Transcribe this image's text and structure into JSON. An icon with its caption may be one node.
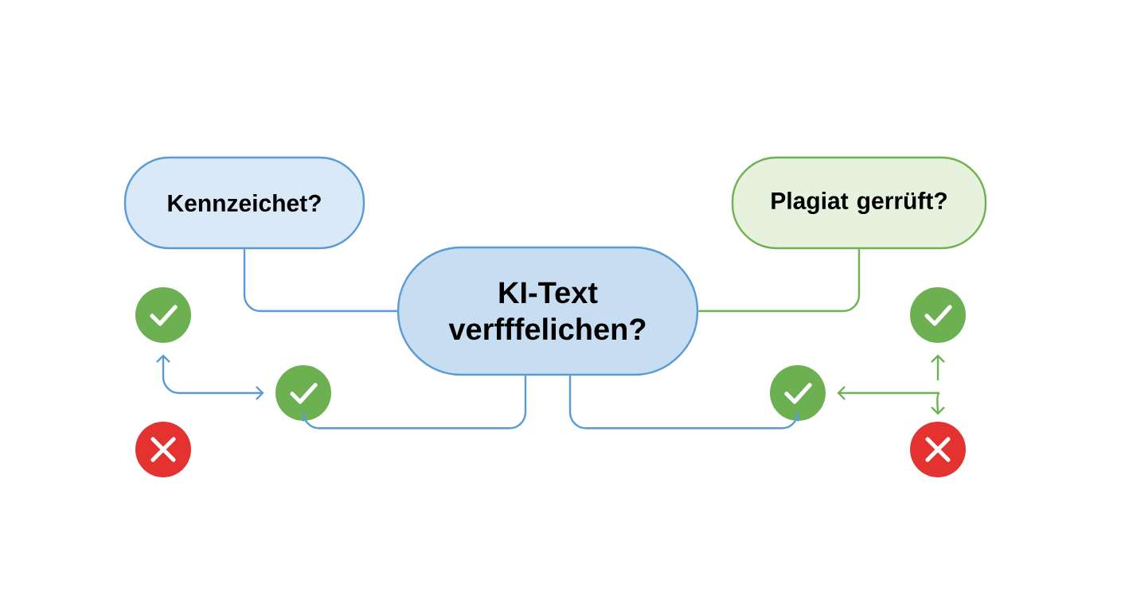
{
  "diagram": {
    "nodes": [
      {
        "text": [
          "Kennzeichet?"
        ]
      },
      {
        "text": [
          "KI-Text verfffelichen?"
        ]
      },
      {
        "text": [
          "Plagiat gerrüft?"
        ]
      },
      {
        "text": [],
        "shape": "circle"
      },
      {
        "text": [],
        "shape": "circle"
      },
      {
        "text": [],
        "shape": "circle"
      },
      {
        "text": [],
        "shape": "circle"
      },
      {
        "text": [],
        "shape": "circle"
      },
      {
        "text": [],
        "shape": "circle"
      }
    ],
    "edges": [
      {
        "from": 0,
        "to": 1,
        "arrow": "none"
      },
      {
        "from": 1,
        "to": 2,
        "arrow": "none",
        "color": "#6cb352"
      },
      {
        "from": 1,
        "to": 4,
        "arrow": "none"
      },
      {
        "from": 1,
        "to": 6,
        "arrow": "none"
      },
      {
        "from": 3,
        "to": 4,
        "arrow": "both"
      },
      {
        "from": 6,
        "to": 8,
        "arrow": "both",
        "color": "#6cb352"
      },
      {
        "from": null,
        "to": 7,
        "arrow": "to",
        "color": "#6cb352"
      }
    ]
  }
}
